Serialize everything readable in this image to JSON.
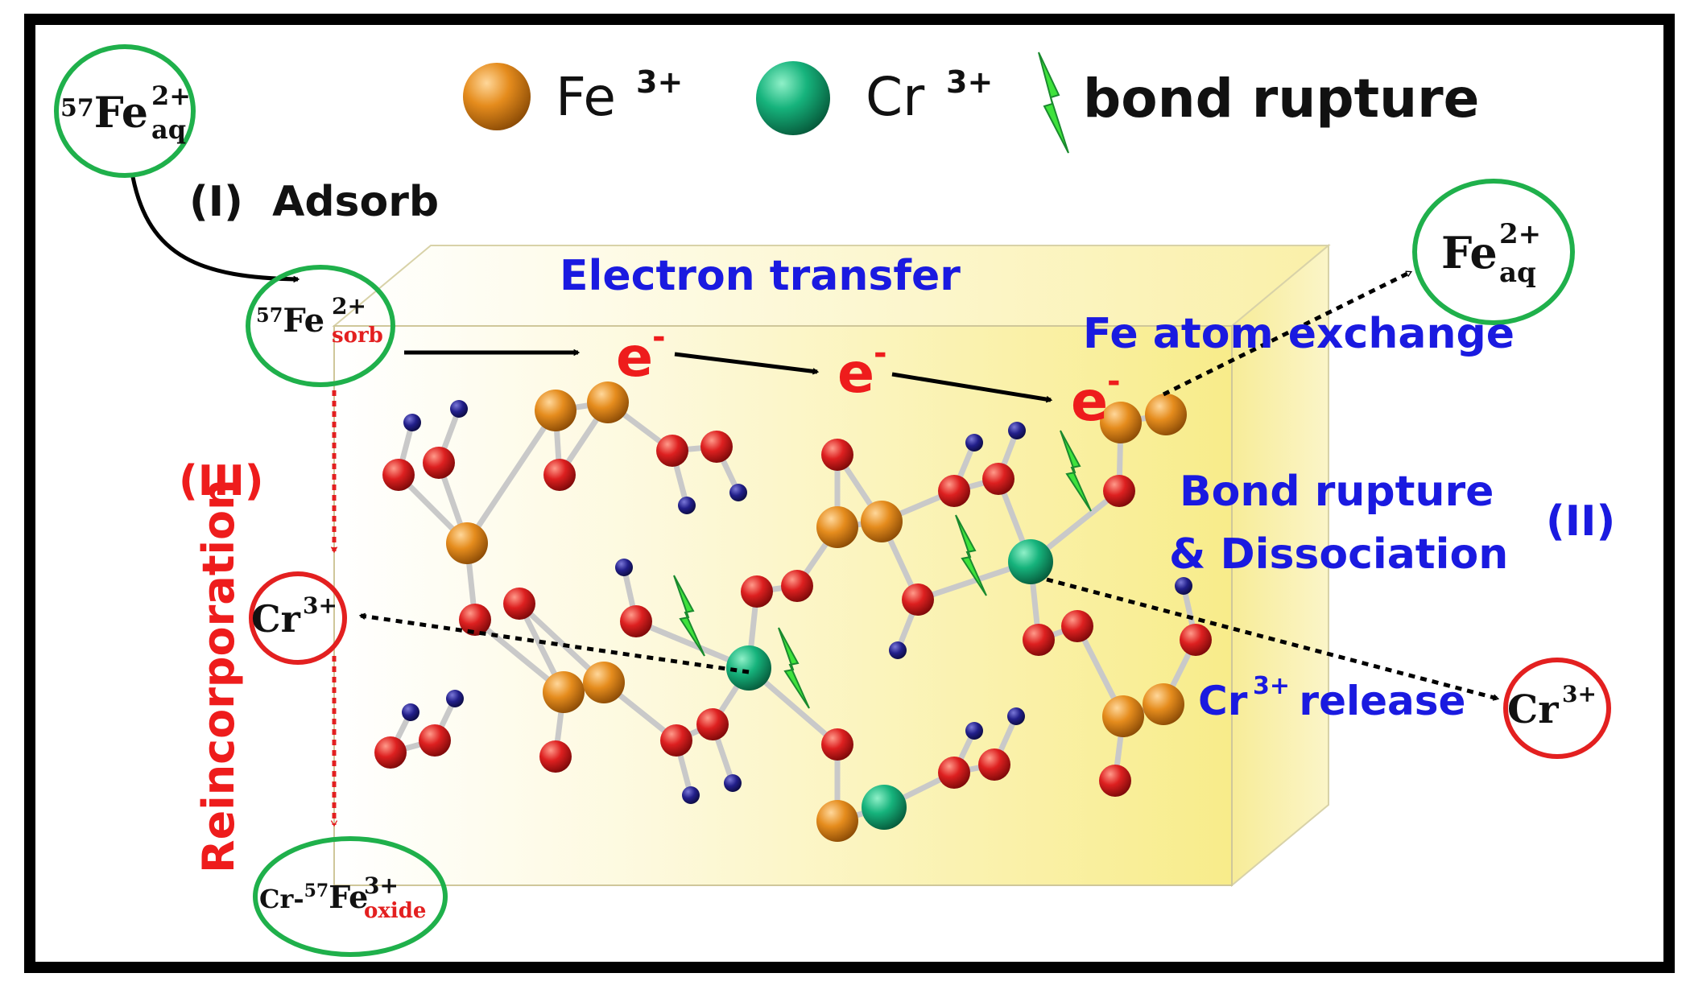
{
  "legend": {
    "fe_label": "Fe",
    "fe_charge": "3+",
    "cr_label": "Cr",
    "cr_charge": "3+",
    "bond_label": "bond rupture"
  },
  "species": {
    "fe57_aq": {
      "prefix": "57",
      "base": "Fe",
      "sup": "2+",
      "sub": "aq"
    },
    "fe57_sorb": {
      "prefix": "57",
      "base": "Fe",
      "sup": "2+",
      "sub": "sorb"
    },
    "fe_aq": {
      "base": "Fe",
      "sup": "2+",
      "sub": "aq"
    },
    "cr_left": {
      "base": "Cr",
      "sup": "3+"
    },
    "cr_right": {
      "base": "Cr",
      "sup": "3+"
    },
    "cr_fe_oxide": {
      "lead": "Cr-",
      "prefix": "57",
      "base": "Fe",
      "sup": "3+",
      "sub": "oxide"
    }
  },
  "labels": {
    "adsorb": "(I)  Adsorb",
    "electron_transfer": "Electron transfer",
    "fe_exchange": "Fe atom exchange",
    "bond_rupture_1": "Bond rupture",
    "bond_rupture_2": "& Dissociation",
    "step_two": "(II)",
    "step_three": "(III)",
    "reincorporation": "Reincorporation",
    "cr_release_base": "Cr",
    "cr_release_sup": "3+",
    "cr_release_rest": " release",
    "electron": "e",
    "electron_sup": "-"
  },
  "colors": {
    "green_circle": "#1fb04b",
    "red_circle": "#e32020",
    "blue_text": "#1a1ae0",
    "red_text": "#ee1c1c",
    "fe_atom": "#e0891a",
    "cr_atom": "#12a874",
    "o_atom": "#d81f1f",
    "h_atom": "#1c1a7a",
    "lightning": "#3fe23c",
    "box_fill": "#fbf3a0"
  }
}
